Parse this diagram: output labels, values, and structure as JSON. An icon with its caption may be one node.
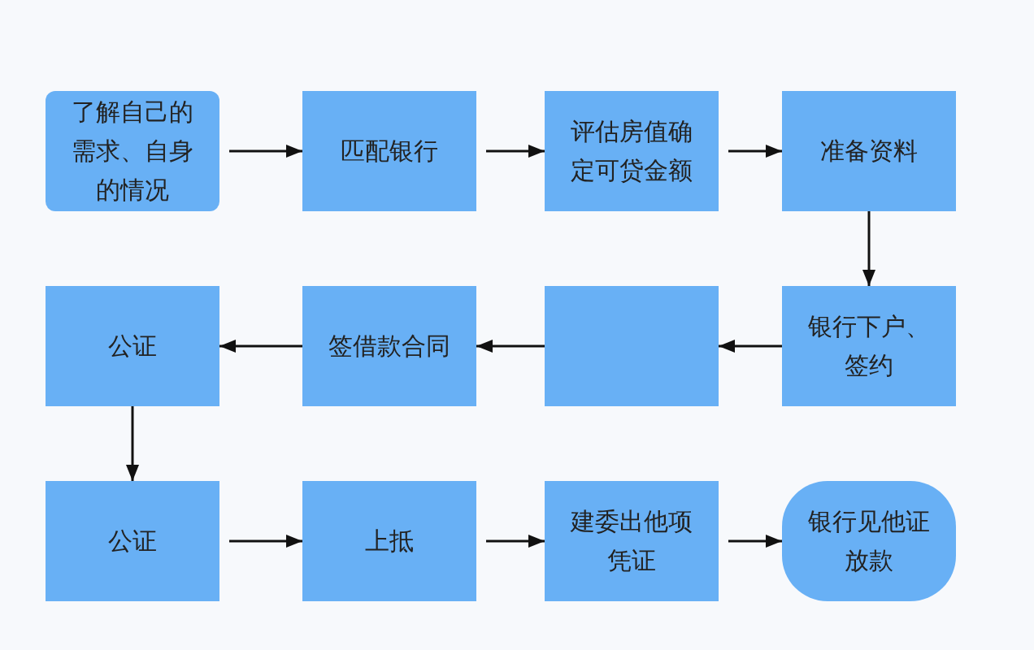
{
  "diagram": {
    "nodes": [
      {
        "text": [
          "了解自己的需求、自身的情况"
        ]
      },
      {
        "text": [
          "匹配银行"
        ]
      },
      {
        "text": [
          "评估房值确定可贷金额"
        ]
      },
      {
        "text": [
          "准备资料"
        ]
      },
      {
        "text": [
          "公证"
        ]
      },
      {
        "text": [
          "签借款合同"
        ]
      },
      {
        "text": [],
        "shape": "box"
      },
      {
        "text": [
          "银行下户、签约"
        ]
      },
      {
        "text": [
          "公证"
        ]
      },
      {
        "text": [
          "上抵"
        ]
      },
      {
        "text": [
          "建委出他项凭证"
        ]
      },
      {
        "text": [
          "银行见他证放款"
        ]
      }
    ],
    "edges": [
      {
        "from": 0,
        "to": 1,
        "arrow": "to"
      },
      {
        "from": 1,
        "to": 2,
        "arrow": "to"
      },
      {
        "from": 2,
        "to": 3,
        "arrow": "to"
      },
      {
        "from": 3,
        "to": 7,
        "arrow": "to"
      },
      {
        "from": 7,
        "to": 6,
        "arrow": "to"
      },
      {
        "from": 6,
        "to": 5,
        "arrow": "to"
      },
      {
        "from": 5,
        "to": 4,
        "arrow": "to"
      },
      {
        "from": 4,
        "to": 8,
        "arrow": "to"
      },
      {
        "from": 8,
        "to": 9,
        "arrow": "to"
      },
      {
        "from": 9,
        "to": 10,
        "arrow": "to"
      },
      {
        "from": 10,
        "to": 11,
        "arrow": "to"
      }
    ]
  }
}
